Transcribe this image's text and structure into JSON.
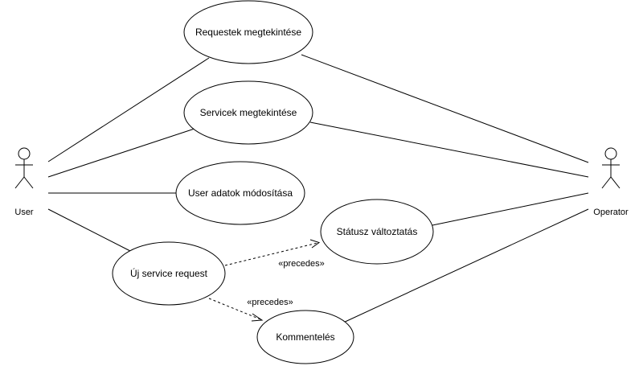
{
  "actors": {
    "user": "User",
    "operator": "Operator"
  },
  "use_cases": {
    "requestek": "Requestek megtekintése",
    "servicek": "Servicek megtekintése",
    "user_adatok": "User adatok módosítása",
    "statusz": "Státusz változtatás",
    "uj_service": "Új service request",
    "kommenteles": "Kommentelés"
  },
  "relations": {
    "precedes_statusz": "«precedes»",
    "precedes_kommenteles": "«precedes»"
  }
}
